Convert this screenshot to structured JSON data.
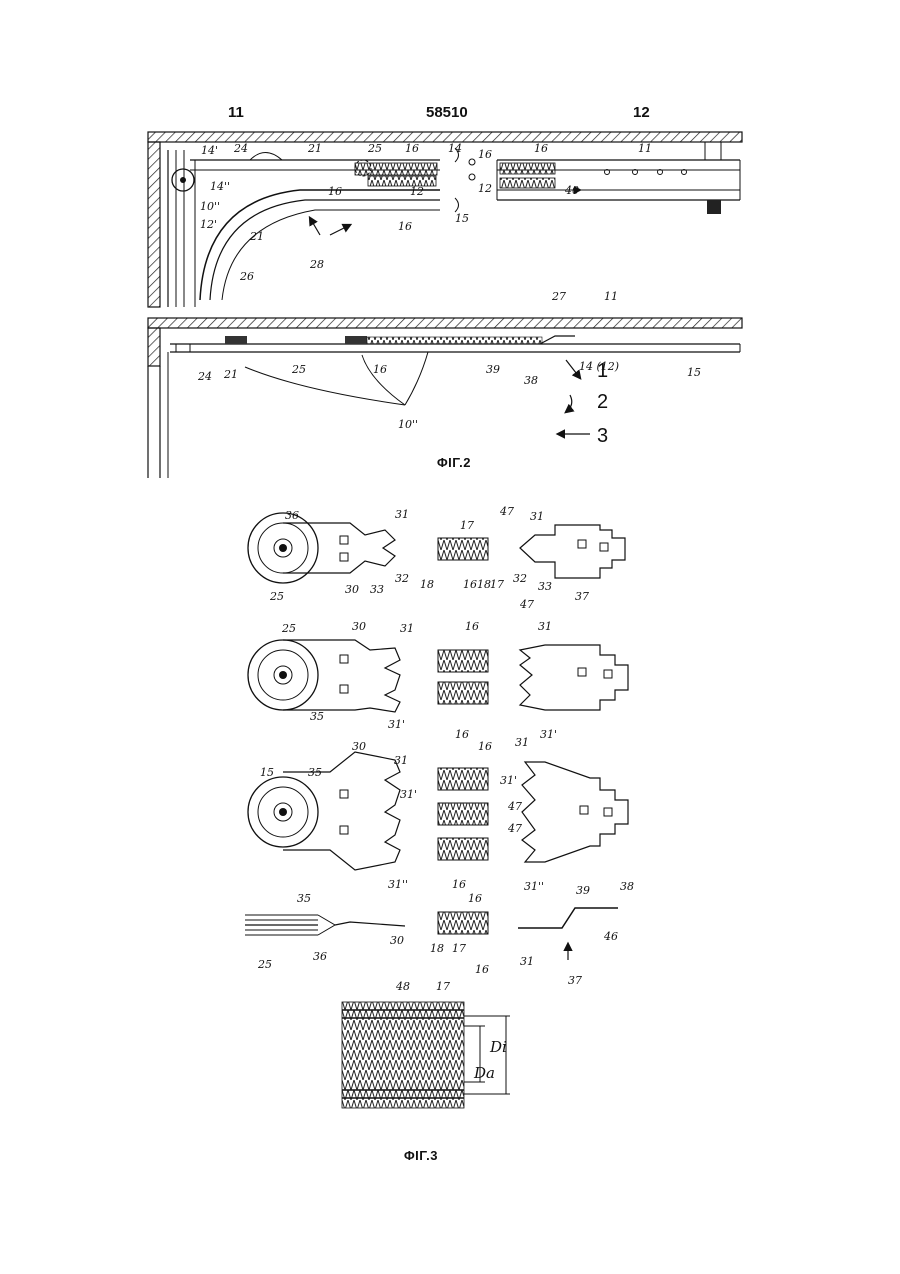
{
  "header": {
    "left": "11",
    "center": "58510",
    "right": "12"
  },
  "fig2": {
    "caption": "ΦΙΓ.2",
    "labels": [
      "14'",
      "24",
      "21",
      "25",
      "16",
      "14",
      "16",
      "16",
      "40",
      "11",
      "14''",
      "10''",
      "12'",
      "21",
      "26",
      "16",
      "12",
      "16",
      "12",
      "15",
      "28",
      "27",
      "11",
      "24",
      "21",
      "25",
      "16",
      "39",
      "38",
      "14 (12)",
      "15",
      "10''"
    ],
    "arrows": [
      "1",
      "2",
      "3"
    ]
  },
  "fig3": {
    "caption": "ΦΙΓ.3",
    "row1": [
      "36",
      "31",
      "25",
      "30",
      "33",
      "32",
      "17",
      "18",
      "16",
      "18",
      "17",
      "47",
      "31",
      "32",
      "33",
      "47",
      "37"
    ],
    "row2": [
      "25",
      "30",
      "31",
      "35",
      "31'",
      "16",
      "16",
      "31",
      "31'"
    ],
    "row3": [
      "15",
      "35",
      "30",
      "31",
      "31'",
      "31''",
      "16",
      "16",
      "31",
      "31'",
      "47",
      "47",
      "31''"
    ],
    "row4": [
      "35",
      "25",
      "36",
      "30",
      "16",
      "18",
      "17",
      "16",
      "31",
      "39",
      "38",
      "46",
      "37"
    ],
    "spring": [
      "48",
      "17",
      "Di",
      "Da"
    ]
  }
}
